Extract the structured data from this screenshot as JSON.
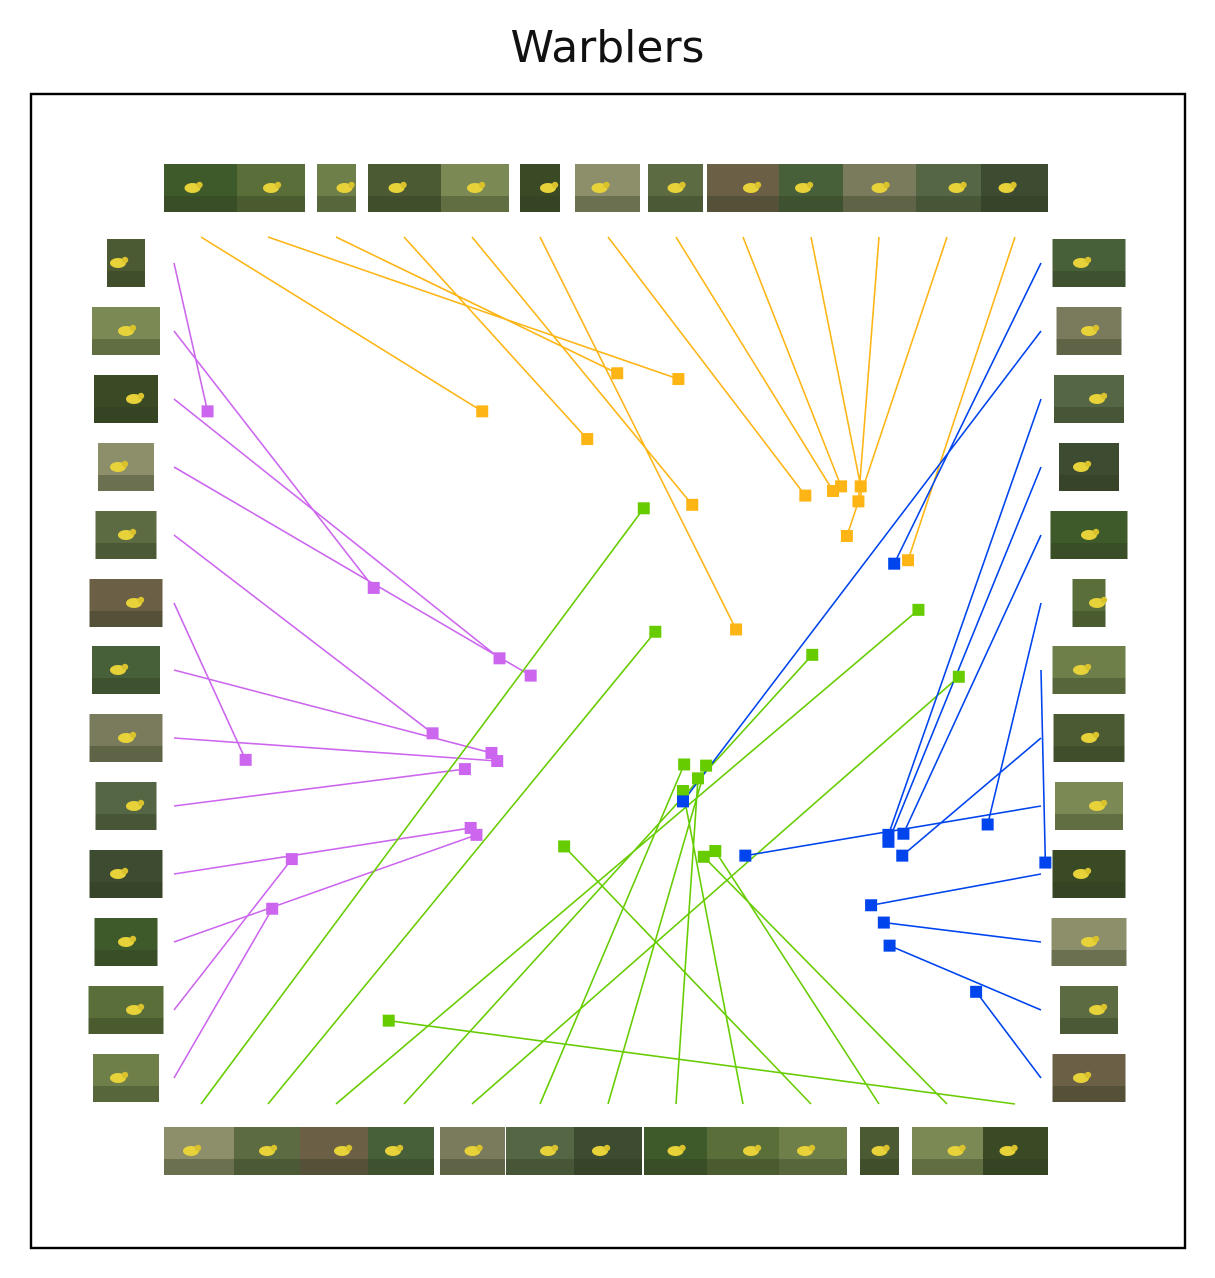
{
  "chart_data": {
    "type": "scatter",
    "title": "Warblers",
    "xlabel": "",
    "ylabel": "",
    "xlim": [
      0,
      1
    ],
    "ylim": [
      0,
      1
    ],
    "grid": false,
    "legend": "none",
    "series": [
      {
        "color": "#FDB515",
        "points": [
          [
            0.391,
            0.725
          ],
          [
            0.561,
            0.753
          ],
          [
            0.508,
            0.758
          ],
          [
            0.482,
            0.701
          ],
          [
            0.573,
            0.644
          ],
          [
            0.611,
            0.536
          ],
          [
            0.671,
            0.652
          ],
          [
            0.695,
            0.656
          ],
          [
            0.702,
            0.66
          ],
          [
            0.719,
            0.66
          ],
          [
            0.717,
            0.647
          ],
          [
            0.707,
            0.617
          ],
          [
            0.76,
            0.596
          ]
        ]
      },
      {
        "color": "#CC66EE",
        "points": [
          [
            0.153,
            0.725
          ],
          [
            0.297,
            0.572
          ],
          [
            0.406,
            0.511
          ],
          [
            0.433,
            0.496
          ],
          [
            0.348,
            0.446
          ],
          [
            0.186,
            0.423
          ],
          [
            0.399,
            0.429
          ],
          [
            0.404,
            0.422
          ],
          [
            0.376,
            0.415
          ],
          [
            0.381,
            0.364
          ],
          [
            0.386,
            0.358
          ],
          [
            0.226,
            0.337
          ],
          [
            0.209,
            0.294
          ]
        ]
      },
      {
        "color": "#66CC00",
        "points": [
          [
            0.531,
            0.641
          ],
          [
            0.541,
            0.534
          ],
          [
            0.769,
            0.553
          ],
          [
            0.677,
            0.514
          ],
          [
            0.804,
            0.495
          ],
          [
            0.566,
            0.419
          ],
          [
            0.585,
            0.418
          ],
          [
            0.578,
            0.407
          ],
          [
            0.565,
            0.396
          ],
          [
            0.462,
            0.348
          ],
          [
            0.593,
            0.344
          ],
          [
            0.583,
            0.339
          ],
          [
            0.31,
            0.197
          ]
        ]
      },
      {
        "color": "#0044EE",
        "points": [
          [
            0.748,
            0.593
          ],
          [
            0.565,
            0.387
          ],
          [
            0.743,
            0.358
          ],
          [
            0.743,
            0.352
          ],
          [
            0.756,
            0.359
          ],
          [
            0.829,
            0.367
          ],
          [
            0.879,
            0.334
          ],
          [
            0.755,
            0.34
          ],
          [
            0.619,
            0.34
          ],
          [
            0.728,
            0.297
          ],
          [
            0.739,
            0.282
          ],
          [
            0.744,
            0.262
          ],
          [
            0.819,
            0.222
          ]
        ]
      }
    ]
  }
}
